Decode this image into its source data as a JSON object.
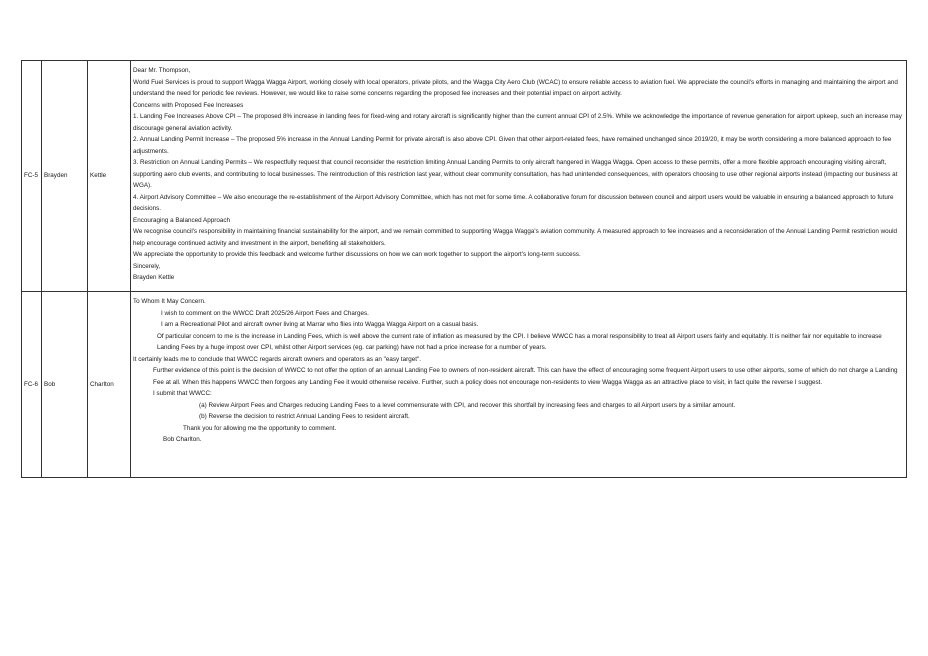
{
  "rows": [
    {
      "id": "FC-5",
      "first_name": "Brayden",
      "last_name": "Kettle",
      "lines": [
        "Dear Mr. Thompson,",
        "World Fuel Services is proud to support Wagga Wagga Airport, working closely with local operators, private pilots, and the Wagga City Aero Club (WCAC) to ensure reliable access to aviation fuel. We appreciate the council's efforts in managing and maintaining the airport and understand the need for periodic fee reviews. However, we would like to raise some concerns regarding the proposed fee increases and their potential impact on airport activity.",
        "Concerns with Proposed Fee Increases",
        "1. Landing Fee Increases Above CPI – The proposed 8% increase in landing fees for fixed-wing and rotary aircraft is significantly higher than the current annual CPI of 2.5%. While we acknowledge the importance of revenue generation for airport upkeep, such an increase may discourage general aviation activity.",
        "2. Annual Landing Permit Increase – The proposed 5% increase in the Annual Landing Permit for private aircraft is also above CPI. Given that other airport-related fees, have remained unchanged since 2019/20, it may be worth considering a more balanced approach to fee adjustments.",
        "3. Restriction on Annual Landing Permits – We respectfully request that council reconsider the restriction limiting Annual Landing Permits to only aircraft hangered in Wagga Wagga. Open access to these permits, offer a more flexible approach encouraging visiting aircraft, supporting aero club events, and contributing to local businesses. The reintroduction of this restriction last year, without clear community consultation, has had unintended consequences, with operators choosing to use other regional airports instead (impacting our business at WGA).",
        "4. Airport Advisory Committee – We also encourage the re-establishment of the Airport Advisory Committee, which has not met for some time. A collaborative forum for discussion between council and airport users would be valuable in ensuring a balanced approach to future decisions.",
        "Encouraging a Balanced Approach",
        "We recognise council's responsibility in maintaining financial sustainability for the airport, and we remain committed to supporting Wagga Wagga's aviation community. A measured approach to fee increases and a reconsideration of the Annual Landing Permit restriction would help encourage continued activity and investment in the airport, benefiting all stakeholders.",
        "We appreciate the opportunity to provide this feedback and welcome further discussions on how we can work together to support the airport's long-term success.",
        "Sincerely,",
        "Brayden Kettle"
      ]
    },
    {
      "id": "FC-6",
      "first_name": "Bob",
      "last_name": "Charlton",
      "lines": [
        "To Whom It May Concern.",
        "I wish to comment on the WWCC Draft 2025/26 Airport Fees and Charges.",
        "I am a Recreational Pilot and aircraft owner living at Marrar who flies into Wagga Wagga Airport on a casual basis.",
        "Of particular concern to me is the increase in Landing Fees, which is well above the current rate of inflation as measured by the CPI. I believe WWCC has a moral responsibility to treat all Airport users fairly and equitably. It is neither fair nor equitable to increase Landing Fees by a huge impost over CPI, whilst other Airport services (eg. car parking) have not had a price increase for a number of years.",
        "It certainly leads me to conclude that WWCC regards aircraft owners and operators as an \"easy target\".",
        "Further evidence of this point is the decision of WWCC to not offer the option of an annual Landing Fee to owners of non-resident aircraft. This can have the effect of encouraging some frequent Airport users to use other airports, some of which do not charge a Landing Fee at all. When this happens WWCC then forgoes any Landing Fee it would otherwise receive. Further, such a policy does not encourage non-residents to view Wagga Wagga as an attractive place to visit, in fact quite the reverse I suggest.",
        "I submit that WWCC:",
        "(a)  Review Airport Fees and Charges reducing Landing Fees to a level commensurate with CPI, and recover this shortfall by increasing fees and charges to all Airport users by a similar amount.",
        "(b) Reverse the decision to restrict Annual Landing Fees to resident aircraft.",
        "Thank you for allowing me the opportunity to comment.",
        "Bob Charlton."
      ]
    }
  ]
}
